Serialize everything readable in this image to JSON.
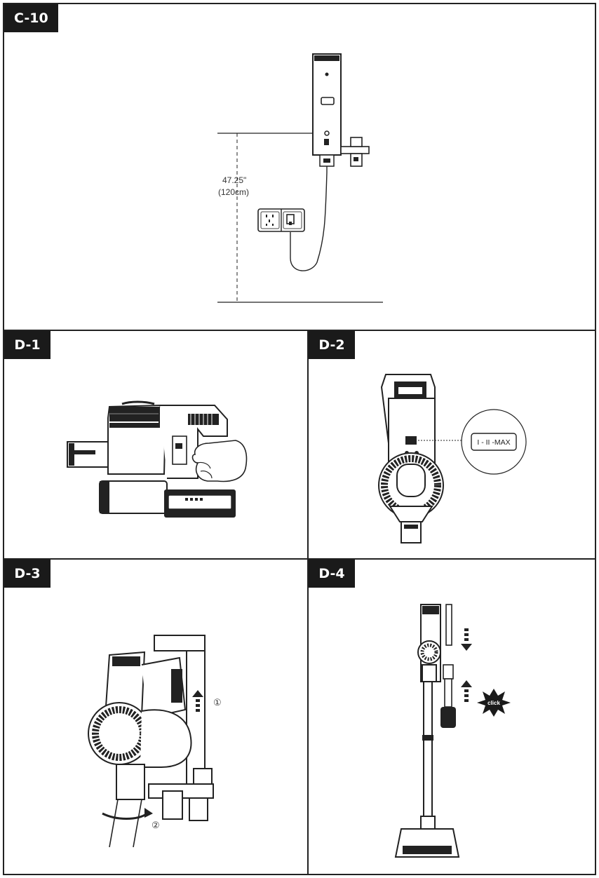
{
  "panels": {
    "c10": {
      "tag": "C-10",
      "height_label_in": "47.25\"",
      "height_label_cm": "(120cm)"
    },
    "d1": {
      "tag": "D-1"
    },
    "d2": {
      "tag": "D-2",
      "speed_label": "I - II -MAX"
    },
    "d3": {
      "tag": "D-3",
      "step_one": "①",
      "step_two": "②"
    },
    "d4": {
      "tag": "D-4",
      "click_label": "click"
    }
  },
  "colors": {
    "tag_bg": "#1a1a1a",
    "line": "#222222"
  },
  "icons": [
    "wall-mount-icon",
    "power-socket-icon",
    "vacuum-handheld-icon",
    "hand-icon",
    "arrow-up-icon",
    "arrow-down-icon",
    "rotate-arrow-icon",
    "click-burst-icon"
  ]
}
